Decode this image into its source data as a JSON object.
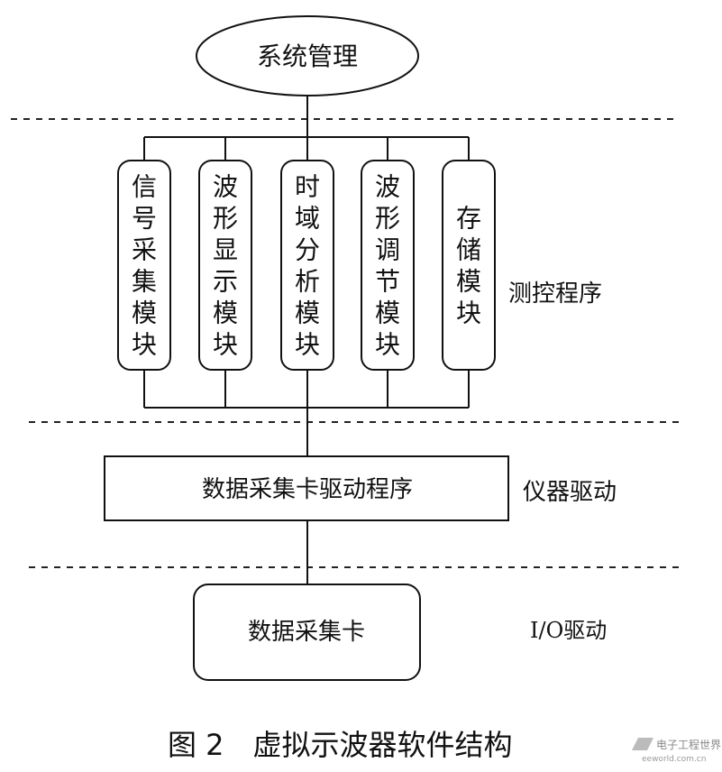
{
  "top_node": "系统管理",
  "modules": [
    "信号采集模块",
    "波形显示模块",
    "时域分析模块",
    "波形调节模块",
    "存储模块"
  ],
  "layer_labels": {
    "control": "测控程序",
    "driver": "仪器驱动",
    "io": "I/O驱动"
  },
  "driver_box": "数据采集卡驱动程序",
  "card_box": "数据采集卡",
  "caption": "图 2　虚拟示波器软件结构",
  "watermark": {
    "title": "电子工程世界",
    "url": "eeworld.com.cn"
  }
}
